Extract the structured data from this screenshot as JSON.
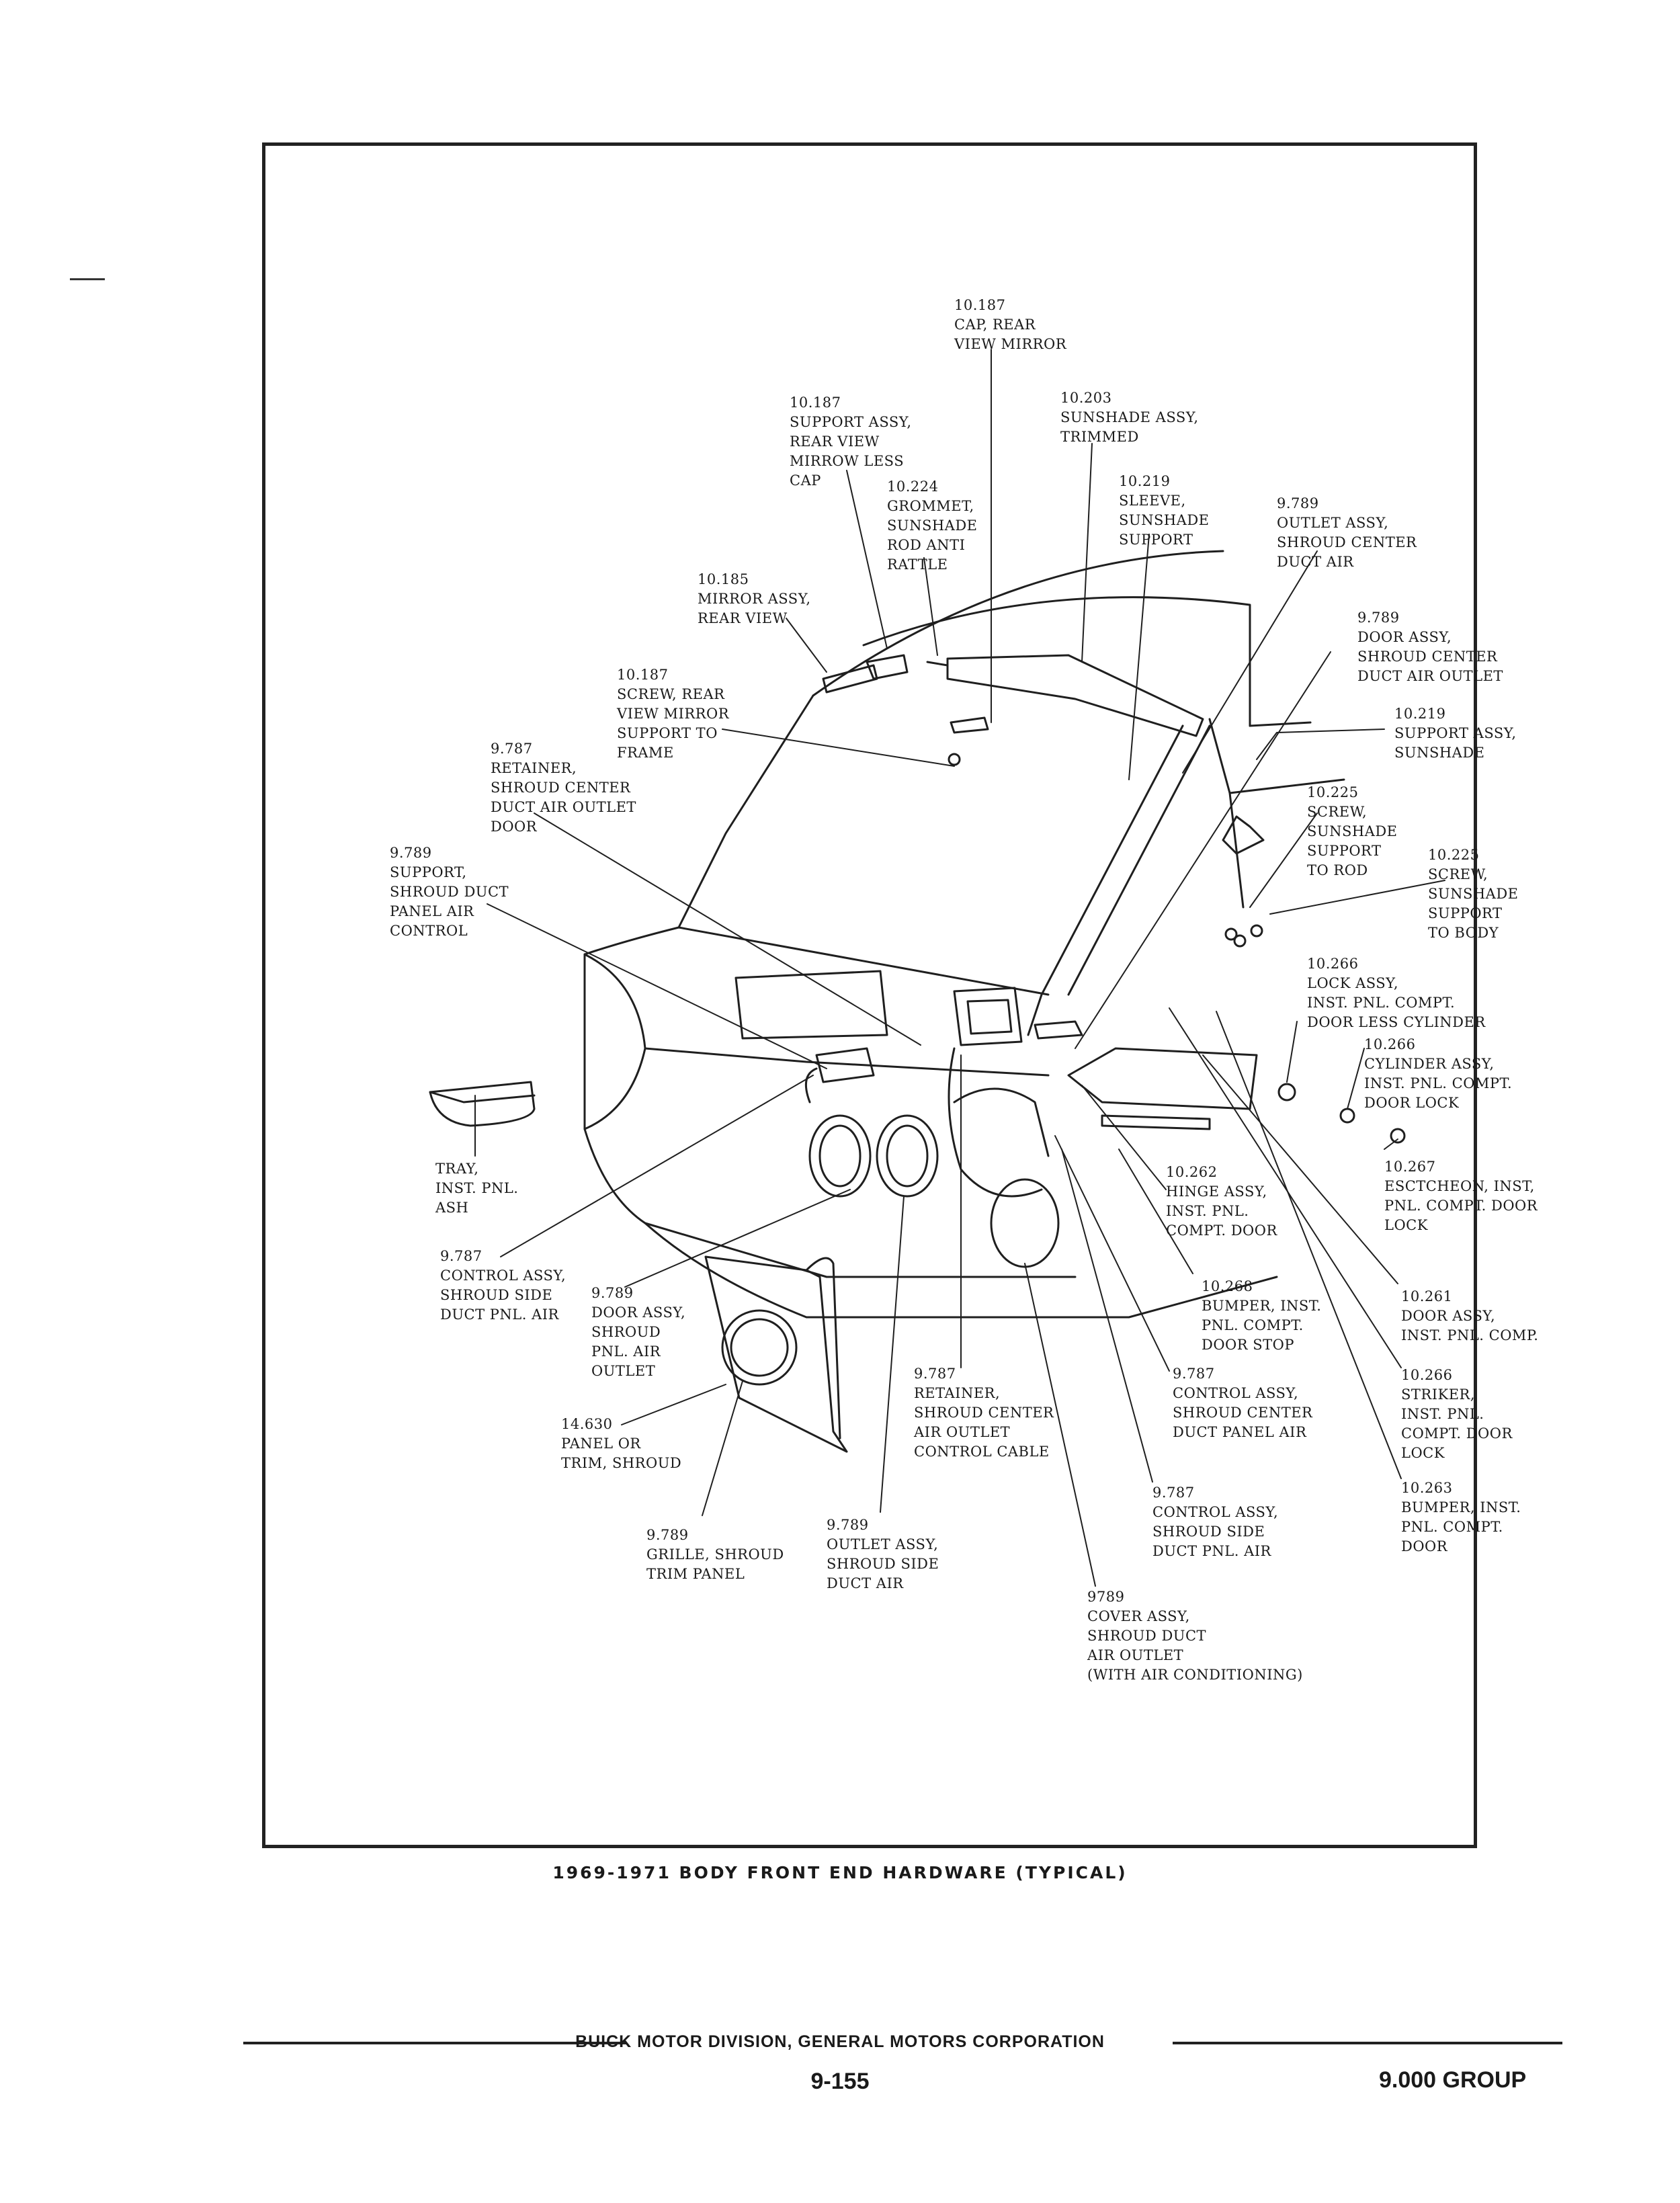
{
  "caption": "1969-1971 BODY FRONT END HARDWARE (TYPICAL)",
  "footer": {
    "organization": "BUICK MOTOR DIVISION, GENERAL MOTORS CORPORATION",
    "page_number": "9-155",
    "group": "9.000 GROUP"
  },
  "callouts": [
    "10.187\nCAP, REAR\nVIEW MIRROR",
    "10.187\nSUPPORT ASSY,\nREAR VIEW\nMIRROW LESS\nCAP",
    "10.203\nSUNSHADE ASSY,\nTRIMMED",
    "10.224\nGROMMET,\nSUNSHADE\nROD ANTI\nRATTLE",
    "10.219\nSLEEVE,\nSUNSHADE\nSUPPORT",
    "9.789\nOUTLET ASSY,\nSHROUD CENTER\nDUCT AIR",
    "10.185\nMIRROR ASSY,\nREAR VIEW",
    "9.789\nDOOR ASSY,\nSHROUD CENTER\nDUCT AIR OUTLET",
    "10.187\nSCREW, REAR\nVIEW MIRROR\nSUPPORT TO\nFRAME",
    "10.219\nSUPPORT ASSY,\nSUNSHADE",
    "9.787\nRETAINER,\nSHROUD CENTER\nDUCT AIR OUTLET\nDOOR",
    "10.225\nSCREW,\nSUNSHADE\nSUPPORT\nTO ROD",
    "10.225\nSCREW,\nSUNSHADE\nSUPPORT\nTO BODY",
    "9.789\nSUPPORT,\nSHROUD DUCT\nPANEL AIR\nCONTROL",
    "10.266\nLOCK ASSY,\nINST. PNL. COMPT.\nDOOR LESS CYLINDER",
    "10.266\nCYLINDER ASSY,\nINST. PNL. COMPT.\nDOOR LOCK",
    "TRAY,\nINST. PNL.\nASH",
    "10.267\nESCTCHEON, INST,\nPNL. COMPT. DOOR\nLOCK",
    "10.262\nHINGE ASSY,\nINST. PNL.\nCOMPT. DOOR",
    "9.787\nCONTROL ASSY,\nSHROUD SIDE\nDUCT PNL. AIR",
    "9.789\nDOOR ASSY,\nSHROUD\nPNL. AIR\nOUTLET",
    "10.268\nBUMPER, INST.\nPNL. COMPT.\nDOOR STOP",
    "10.261\nDOOR ASSY,\nINST. PNL. COMP.",
    "9.787\nRETAINER,\nSHROUD CENTER\nAIR OUTLET\nCONTROL CABLE",
    "9.787\nCONTROL ASSY,\nSHROUD CENTER\nDUCT PANEL AIR",
    "10.266\nSTRIKER,\nINST. PNL.\nCOMPT. DOOR\nLOCK",
    "14.630\nPANEL OR\nTRIM, SHROUD",
    "9.787\nCONTROL ASSY,\nSHROUD SIDE\nDUCT PNL. AIR",
    "10.263\nBUMPER, INST.\nPNL. COMPT.\nDOOR",
    "9.789\nGRILLE, SHROUD\nTRIM PANEL",
    "9.789\nOUTLET ASSY,\nSHROUD SIDE\nDUCT AIR",
    "9789\nCOVER ASSY,\nSHROUD DUCT\nAIR OUTLET\n(WITH AIR CONDITIONING)"
  ]
}
